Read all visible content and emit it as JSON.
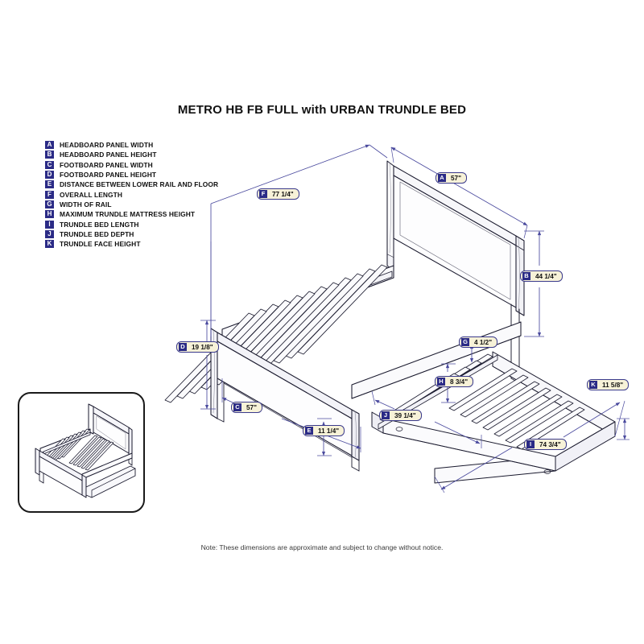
{
  "title": "METRO HB FB FULL with URBAN TRUNDLE BED",
  "footer_note": "Note:  These dimensions are approximate and subject to change without notice.",
  "colors": {
    "badge_navy": "#2b2b86",
    "callout_fill": "#f7f2d8",
    "callout_border": "#3a3a8c",
    "dimension_line": "#4a4a9e",
    "drawing_line": "#1a1a2e",
    "page_background": "#ffffff"
  },
  "legend": {
    "items": [
      {
        "key": "A",
        "label": "HEADBOARD PANEL WIDTH"
      },
      {
        "key": "B",
        "label": "HEADBOARD PANEL HEIGHT"
      },
      {
        "key": "C",
        "label": "FOOTBOARD PANEL WIDTH"
      },
      {
        "key": "D",
        "label": "FOOTBOARD PANEL HEIGHT"
      },
      {
        "key": "E",
        "label": "DISTANCE BETWEEN LOWER RAIL AND FLOOR"
      },
      {
        "key": "F",
        "label": "OVERALL LENGTH"
      },
      {
        "key": "G",
        "label": "WIDTH OF RAIL"
      },
      {
        "key": "H",
        "label": "MAXIMUM TRUNDLE MATTRESS HEIGHT"
      },
      {
        "key": "I",
        "label": "TRUNDLE BED LENGTH"
      },
      {
        "key": "J",
        "label": "TRUNDLE BED DEPTH"
      },
      {
        "key": "K",
        "label": "TRUNDLE FACE HEIGHT"
      }
    ]
  },
  "callouts": [
    {
      "key": "F",
      "value": "77 1/4\""
    },
    {
      "key": "A",
      "value": "57\""
    },
    {
      "key": "B",
      "value": "44 1/4\""
    },
    {
      "key": "D",
      "value": "19 1/8\""
    },
    {
      "key": "G",
      "value": "4 1/2\""
    },
    {
      "key": "H",
      "value": "8 3/4\""
    },
    {
      "key": "K",
      "value": "11 5/8\""
    },
    {
      "key": "C",
      "value": "57\""
    },
    {
      "key": "J",
      "value": "39 1/4\""
    },
    {
      "key": "E",
      "value": "11 1/4\""
    },
    {
      "key": "I",
      "value": "74 3/4\""
    }
  ],
  "inset": {
    "caption": "",
    "description": "isometric line drawing of full bed with trundle"
  }
}
